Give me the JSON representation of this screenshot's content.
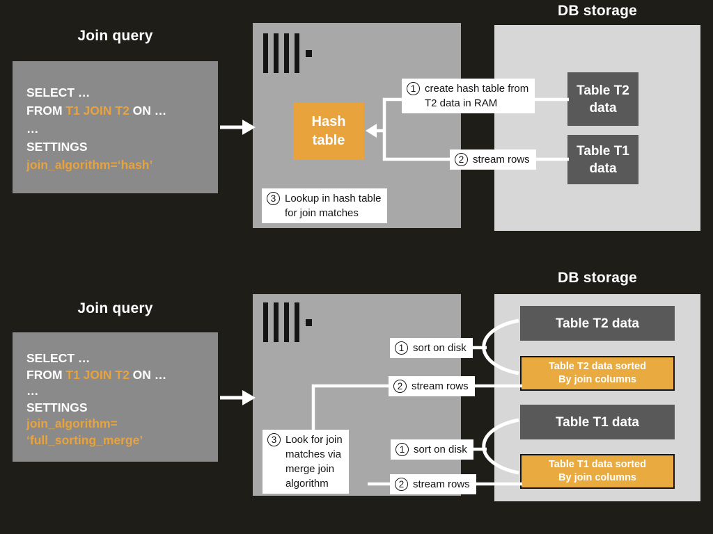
{
  "colors": {
    "background": "#1e1d18",
    "query_box": "#8a8a8a",
    "server_box": "#a8a8a8",
    "db_panel": "#d7d7d7",
    "table_box": "#595959",
    "accent_orange": "#e8a33d",
    "label_bg": "#ffffff",
    "text_light": "#ffffff",
    "text_dark": "#141414"
  },
  "hash_join": {
    "query_heading": "Join query",
    "query_lines": {
      "select": "SELECT …",
      "from_pre": "FROM ",
      "from_accent": "T1 JOIN T2",
      "from_post": " ON …",
      "ellipsis": "…",
      "settings": "SETTINGS",
      "algorithm": "join_algorithm=‘hash’"
    },
    "hash_table_box": "Hash\ntable",
    "db_heading": "DB storage",
    "table_t2": "Table T2\ndata",
    "table_t1": "Table T1\ndata",
    "steps": {
      "step1": {
        "num": "1",
        "text": "create hash table from\nT2 data in RAM"
      },
      "step2": {
        "num": "2",
        "text": "stream rows"
      },
      "step3": {
        "num": "3",
        "text": "Lookup in hash table\nfor join matches"
      }
    }
  },
  "merge_join": {
    "query_heading": "Join query",
    "query_lines": {
      "select": "SELECT …",
      "from_pre": "FROM ",
      "from_accent": "T1 JOIN T2",
      "from_post": " ON …",
      "ellipsis": "…",
      "settings": "SETTINGS",
      "algorithm_l1": "join_algorithm=",
      "algorithm_l2": "‘full_sorting_merge’"
    },
    "db_heading": "DB storage",
    "table_t2": "Table T2 data",
    "table_t2_sorted": "Table T2 data sorted\nBy join columns",
    "table_t1": "Table T1 data",
    "table_t1_sorted": "Table T1 data sorted\nBy join columns",
    "steps": {
      "sort_t2": {
        "num": "1",
        "text": "sort on disk"
      },
      "stream_t2": {
        "num": "2",
        "text": "stream rows"
      },
      "step3": {
        "num": "3",
        "text": "Look for join\nmatches via\nmerge join\nalgorithm"
      },
      "sort_t1": {
        "num": "1",
        "text": "sort on disk"
      },
      "stream_t1": {
        "num": "2",
        "text": "stream rows"
      }
    }
  }
}
